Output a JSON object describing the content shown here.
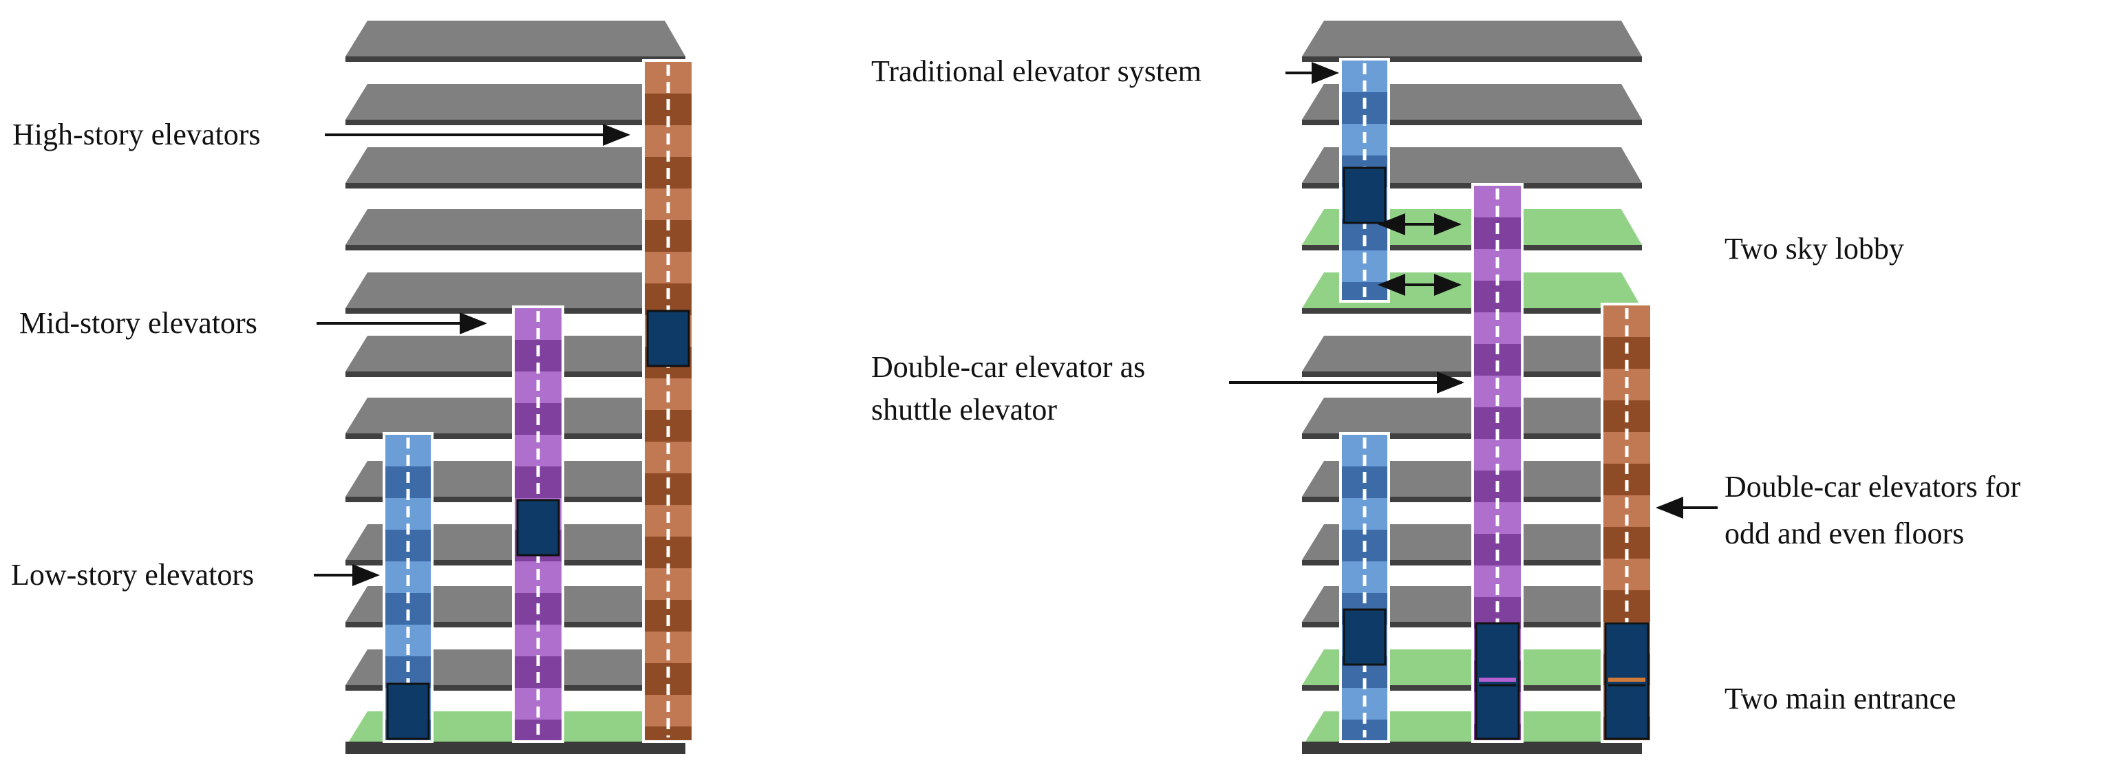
{
  "labels": {
    "high_story": "High-story elevators",
    "mid_story": "Mid-story elevators",
    "low_story": "Low-story elevators",
    "traditional": "Traditional elevator system",
    "sky_lobby": "Two sky lobby",
    "shuttle_line1": "Double-car elevator as",
    "shuttle_line2": "shuttle elevator",
    "odd_even_line1": "Double-car elevators for",
    "odd_even_line2": "odd and even floors",
    "main_entrance": "Two main entrance"
  },
  "colors": {
    "floor": "#808080",
    "floor_edge": "#404040",
    "lobby": "#92d287",
    "blue_light": "#6d9fd8",
    "blue_dark": "#3b6aa6",
    "purple_light": "#b072cf",
    "purple_dark": "#7e3f9c",
    "orange_light": "#c27a55",
    "orange_dark": "#8d4a25",
    "car": "#0d3a66",
    "arrow": "#111111"
  },
  "icons": [
    "arrow-right-icon",
    "arrow-left-icon",
    "double-arrow-icon"
  ]
}
